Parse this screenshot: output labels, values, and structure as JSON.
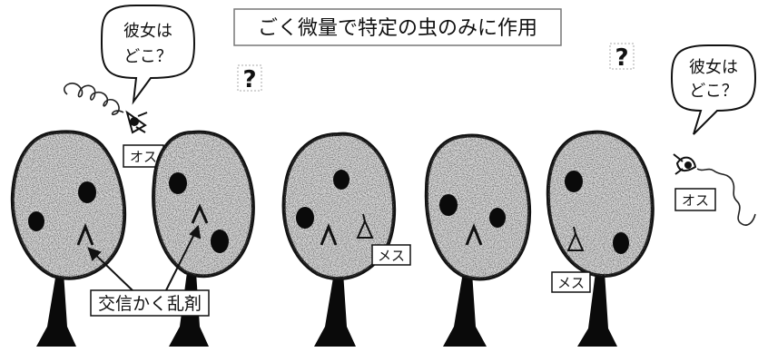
{
  "title": "ごく微量で特定の虫のみに作用",
  "speech_left": {
    "line1": "彼女は",
    "line2": "どこ？"
  },
  "speech_right": {
    "line1": "彼女は",
    "line2": "どこ？"
  },
  "question_marks": [
    "?",
    "?"
  ],
  "labels": {
    "male_left": "オス",
    "male_right": "オス",
    "female_center": "メス",
    "female_right": "メス",
    "dispenser": "交信かく乱剤"
  },
  "colors": {
    "outline": "#111111",
    "canopy_fill": "#dcdcdc",
    "trunk": "#0a0a0a"
  }
}
